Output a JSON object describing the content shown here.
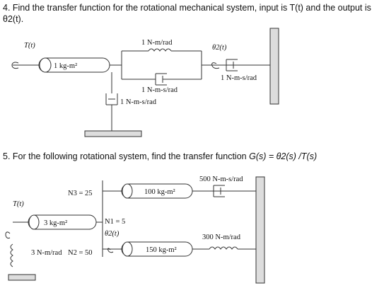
{
  "problem4": {
    "line1": "4. Find the transfer function for the rotational mechanical system, input is T(t) and the output is",
    "line2": "θ2(t).",
    "labels": {
      "torque": "T(t)",
      "inertia": "1 kg-m²",
      "spring": "1 N-m/rad",
      "output": "θ2(t)",
      "damper_upper": "1 N-m-s/rad",
      "damper_right": "1 N-m-s/rad",
      "damper_lower": "1 N-m-s/rad"
    }
  },
  "problem5": {
    "line1": "5. For the following rotational system, find the transfer function",
    "tf": "G(s) = θ2(s) /T(s)",
    "labels": {
      "torque": "T(t)",
      "inertia_left": "3 kg-m²",
      "n3": "N3 = 25",
      "n1": "N1 = 5",
      "theta2": "θ2(t)",
      "damper_left": "3 N-m/rad",
      "n2": "N2 = 50",
      "inertia_top": "100 kg-m²",
      "inertia_bottom": "150 kg-m²",
      "damper_right": "500 N-m-s/rad",
      "spring_right": "300 N-m/rad"
    }
  }
}
